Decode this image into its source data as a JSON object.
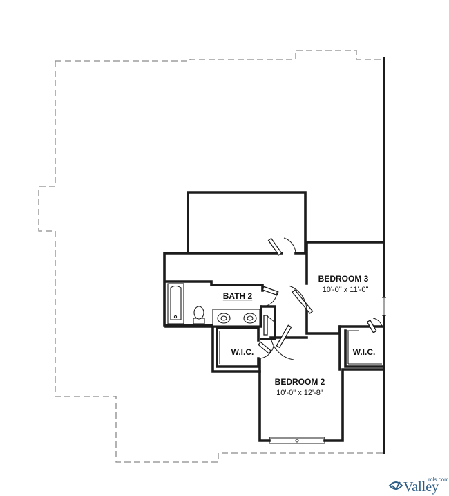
{
  "plan": {
    "rooms": [
      {
        "id": "bedroom-3",
        "name": "BEDROOM 3",
        "dimensions": "10'-0\" x 11'-0\""
      },
      {
        "id": "bath-2",
        "name": "BATH 2",
        "dimensions": ""
      },
      {
        "id": "wic-left",
        "name": "W.I.C.",
        "dimensions": ""
      },
      {
        "id": "wic-right",
        "name": "W.I.C.",
        "dimensions": ""
      },
      {
        "id": "bedroom-2",
        "name": "BEDROOM 2",
        "dimensions": "10'-0\" x 12'-8\""
      }
    ]
  },
  "watermark": {
    "brand": "Valley",
    "suffix": "mls.com"
  },
  "colors": {
    "wall": "#1c1c1c",
    "dashed_outline": "#8a8a8a",
    "watermark": "#2e5e86"
  }
}
